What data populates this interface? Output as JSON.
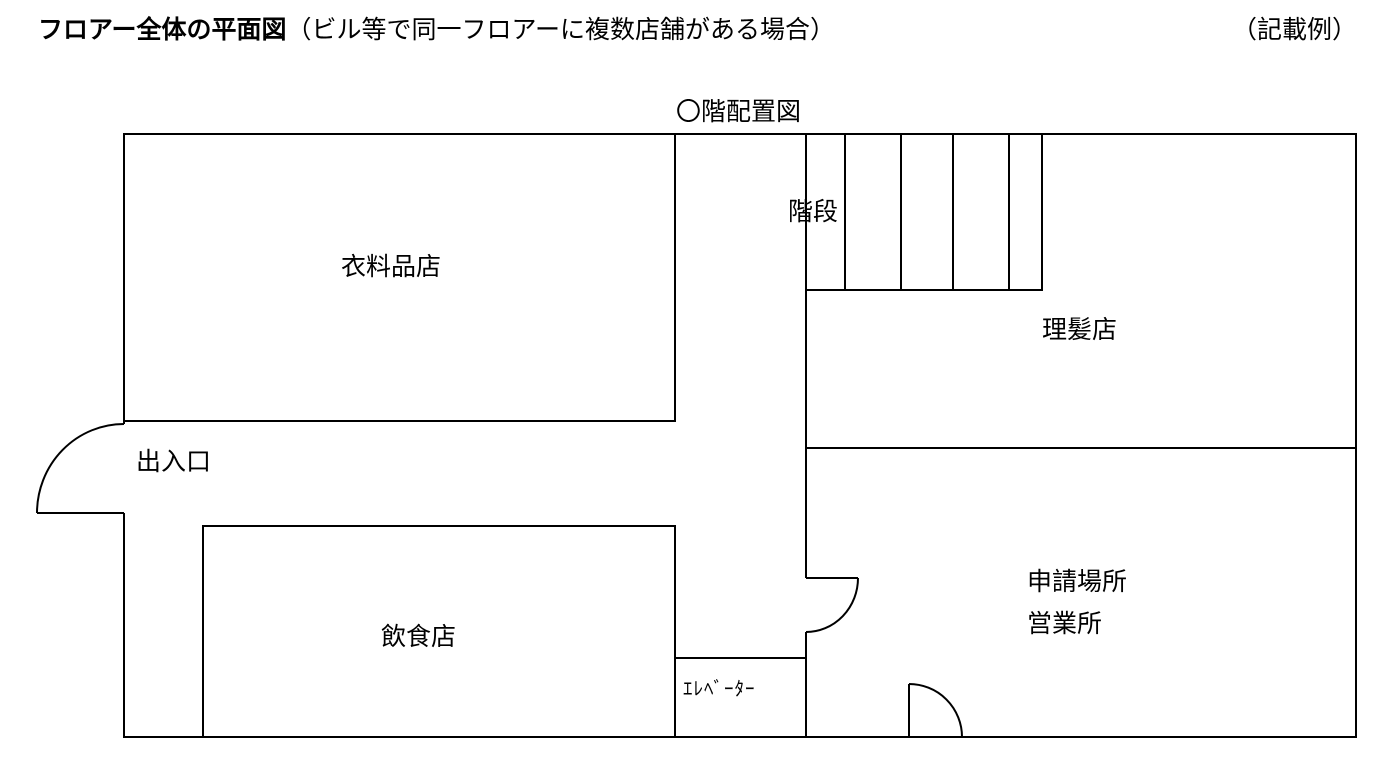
{
  "header": {
    "title": "フロアー全体の平面図",
    "subtitle": "（ビル等で同一フロアーに複数店舗がある場合）",
    "example_note": "（記載例）"
  },
  "plan": {
    "title": "〇階配置図",
    "rooms": {
      "clothing": "衣料品店",
      "stairs": "階段",
      "barber": "理髪店",
      "entrance": "出入口",
      "restaurant": "飲食店",
      "elevator": "ｴﾚﾍﾞｰﾀｰ",
      "office_line1": "申請場所",
      "office_line2": "営業所"
    }
  }
}
